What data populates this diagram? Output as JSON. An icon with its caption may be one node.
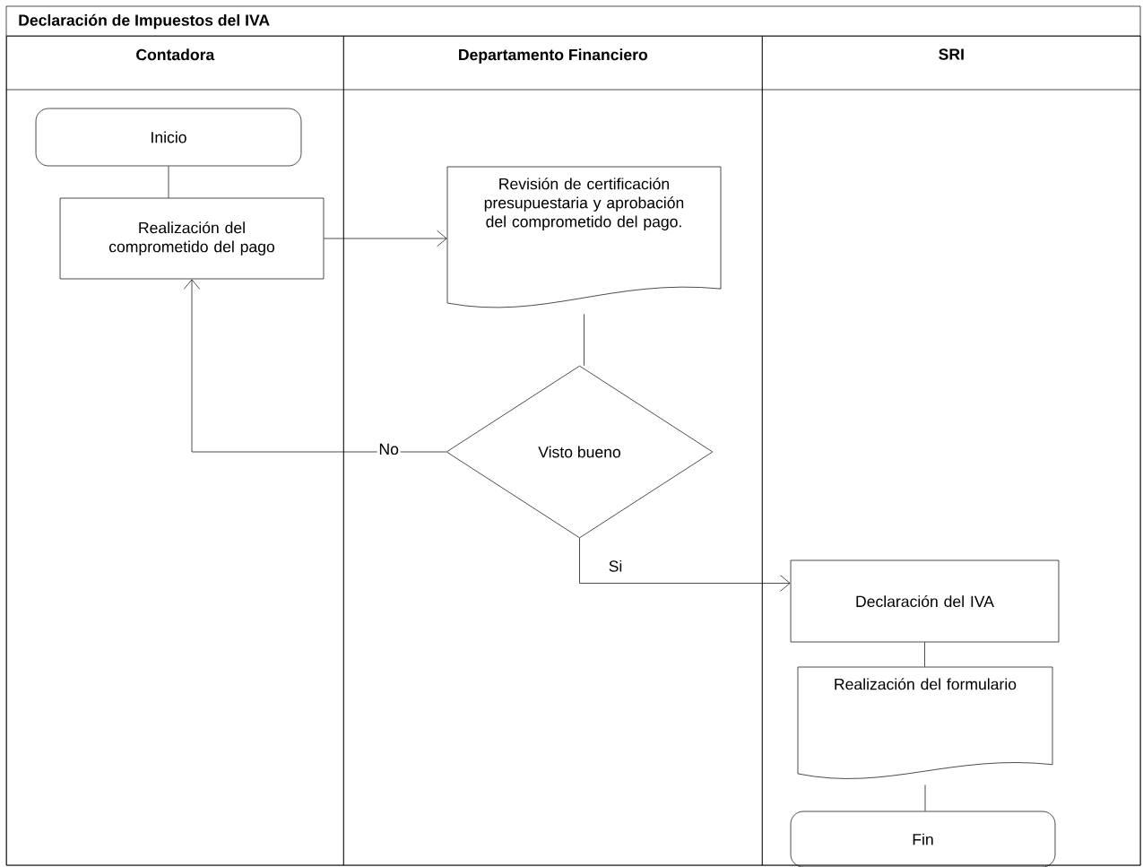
{
  "diagram": {
    "title": "Declaración de Impuestos del IVA",
    "nodes": [
      {
        "text": [
          "Contadora"
        ]
      },
      {
        "text": [
          "Departamento Financiero"
        ]
      },
      {
        "text": [
          "SRI"
        ]
      },
      {
        "text": [
          "Inicio"
        ],
        "in": 0
      },
      {
        "text": [
          "Realización del comprometido del pago"
        ],
        "in": 0
      },
      {
        "text": [
          "Revisión de certificación presupuestaria y aprobación del comprometido del pago."
        ],
        "in": 1
      },
      {
        "text": [
          "Visto bueno"
        ],
        "in": 1
      },
      {
        "text": [
          "Declaración del IVA"
        ],
        "in": 2
      },
      {
        "text": [
          "Realización del formulario"
        ],
        "in": 2
      },
      {
        "text": [
          "Fin"
        ],
        "in": 2
      }
    ],
    "edges": [
      {
        "from": 3,
        "to": 4,
        "arrow": "none"
      },
      {
        "from": 4,
        "to": 5,
        "arrow": "to"
      },
      {
        "from": 5,
        "to": 6,
        "arrow": "none"
      },
      {
        "from": 6,
        "to": 4,
        "arrow": "to",
        "label": "No"
      },
      {
        "from": 6,
        "to": 7,
        "arrow": "to",
        "label": "Si"
      },
      {
        "from": 7,
        "to": 8,
        "arrow": "none"
      },
      {
        "from": 8,
        "to": 9,
        "arrow": "none"
      }
    ]
  }
}
